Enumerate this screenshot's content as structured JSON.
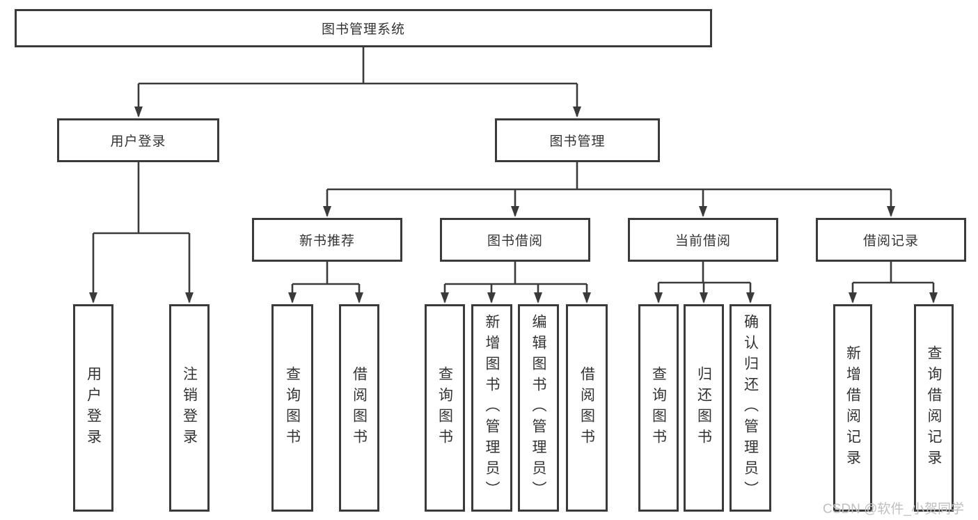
{
  "diagram": {
    "root": {
      "label": "图书管理系统"
    },
    "branches": [
      {
        "label": "用户登录",
        "children": [
          {
            "label": "用户登录"
          },
          {
            "label": "注销登录"
          }
        ]
      },
      {
        "label": "图书管理",
        "children": [
          {
            "label": "新书推荐",
            "children": [
              {
                "label": "查询图书"
              },
              {
                "label": "借阅图书"
              }
            ]
          },
          {
            "label": "图书借阅",
            "children": [
              {
                "label": "查询图书"
              },
              {
                "label": "新增图书（管理员）"
              },
              {
                "label": "编辑图书（管理员）"
              },
              {
                "label": "借阅图书"
              }
            ]
          },
          {
            "label": "当前借阅",
            "children": [
              {
                "label": "查询图书"
              },
              {
                "label": "归还图书"
              },
              {
                "label": "确认归还（管理员）"
              }
            ]
          },
          {
            "label": "借阅记录",
            "children": [
              {
                "label": "新增借阅记录"
              },
              {
                "label": "查询借阅记录"
              }
            ]
          }
        ]
      }
    ]
  },
  "watermark": {
    "text": "CSDN @软件_小贺同学"
  },
  "colors": {
    "line": "#3a3a3a",
    "box_border": "#3a3a3a",
    "text": "#333333",
    "background": "#ffffff",
    "watermark": "#bfbfbf"
  }
}
